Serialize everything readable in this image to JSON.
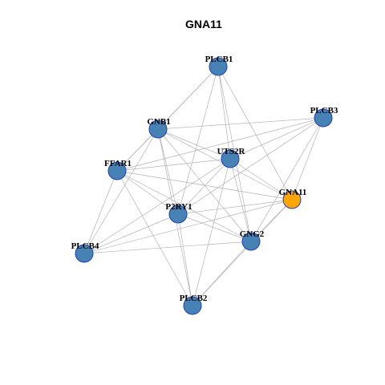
{
  "title": "GNA11",
  "colors": {
    "node_fill": "#4682b4",
    "node_stroke": "#1f3fbf",
    "highlight_fill": "#ffa500",
    "edge": "#b3b3b3",
    "background": "#ffffff"
  },
  "network": {
    "nodes": [
      {
        "id": "PLCB1",
        "label": "PLCB1",
        "highlight": false
      },
      {
        "id": "PLCB3",
        "label": "PLCB3",
        "highlight": false
      },
      {
        "id": "GNB1",
        "label": "GNB1",
        "highlight": false
      },
      {
        "id": "UTS2R",
        "label": "UTS2R",
        "highlight": false
      },
      {
        "id": "FFAR1",
        "label": "FFAR1",
        "highlight": false
      },
      {
        "id": "GNA11",
        "label": "GNA11",
        "highlight": true
      },
      {
        "id": "P2RY1",
        "label": "P2RY1",
        "highlight": false
      },
      {
        "id": "GNG2",
        "label": "GNG2",
        "highlight": false
      },
      {
        "id": "PLCB4",
        "label": "PLCB4",
        "highlight": false
      },
      {
        "id": "PLCB2",
        "label": "PLCB2",
        "highlight": false
      }
    ],
    "edges": [
      [
        "PLCB1",
        "GNB1"
      ],
      [
        "PLCB1",
        "FFAR1"
      ],
      [
        "PLCB1",
        "UTS2R"
      ],
      [
        "PLCB1",
        "P2RY1"
      ],
      [
        "PLCB1",
        "GNG2"
      ],
      [
        "PLCB1",
        "GNA11"
      ],
      [
        "PLCB3",
        "GNB1"
      ],
      [
        "PLCB3",
        "FFAR1"
      ],
      [
        "PLCB3",
        "UTS2R"
      ],
      [
        "PLCB3",
        "P2RY1"
      ],
      [
        "PLCB3",
        "GNG2"
      ],
      [
        "PLCB3",
        "GNA11"
      ],
      [
        "GNB1",
        "FFAR1"
      ],
      [
        "GNB1",
        "UTS2R"
      ],
      [
        "GNB1",
        "P2RY1"
      ],
      [
        "GNB1",
        "GNG2"
      ],
      [
        "GNB1",
        "PLCB4"
      ],
      [
        "GNB1",
        "PLCB2"
      ],
      [
        "GNB1",
        "GNA11"
      ],
      [
        "UTS2R",
        "FFAR1"
      ],
      [
        "UTS2R",
        "P2RY1"
      ],
      [
        "UTS2R",
        "GNG2"
      ],
      [
        "UTS2R",
        "GNA11"
      ],
      [
        "UTS2R",
        "PLCB2"
      ],
      [
        "UTS2R",
        "PLCB4"
      ],
      [
        "FFAR1",
        "P2RY1"
      ],
      [
        "FFAR1",
        "GNG2"
      ],
      [
        "FFAR1",
        "PLCB4"
      ],
      [
        "FFAR1",
        "PLCB2"
      ],
      [
        "FFAR1",
        "GNA11"
      ],
      [
        "P2RY1",
        "GNG2"
      ],
      [
        "P2RY1",
        "GNA11"
      ],
      [
        "P2RY1",
        "PLCB2"
      ],
      [
        "P2RY1",
        "PLCB4"
      ],
      [
        "GNG2",
        "GNA11"
      ],
      [
        "GNG2",
        "PLCB4"
      ],
      [
        "GNG2",
        "PLCB2"
      ],
      [
        "GNA11",
        "PLCB4"
      ],
      [
        "GNA11",
        "PLCB2"
      ]
    ]
  }
}
